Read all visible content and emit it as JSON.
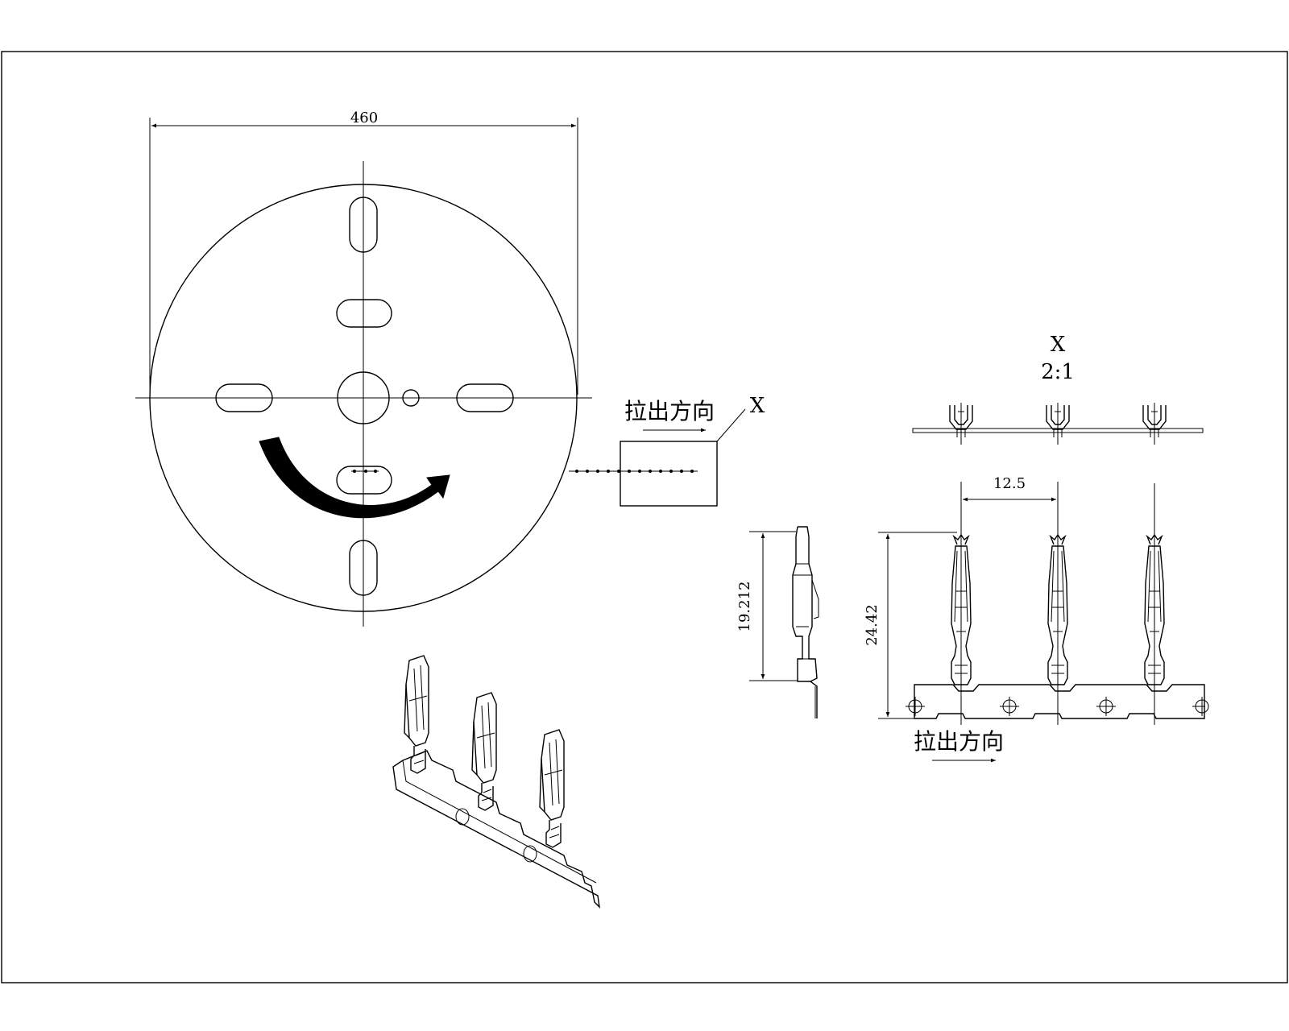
{
  "labels": {
    "reel_diameter": "460",
    "pull_direction_top": "拉出方向",
    "detail_marker": "X",
    "detail_title": "X",
    "detail_scale": "2:1",
    "pitch": "12.5",
    "side_height": "19.212",
    "front_height": "24.42",
    "pull_direction_bottom": "拉出方向"
  }
}
